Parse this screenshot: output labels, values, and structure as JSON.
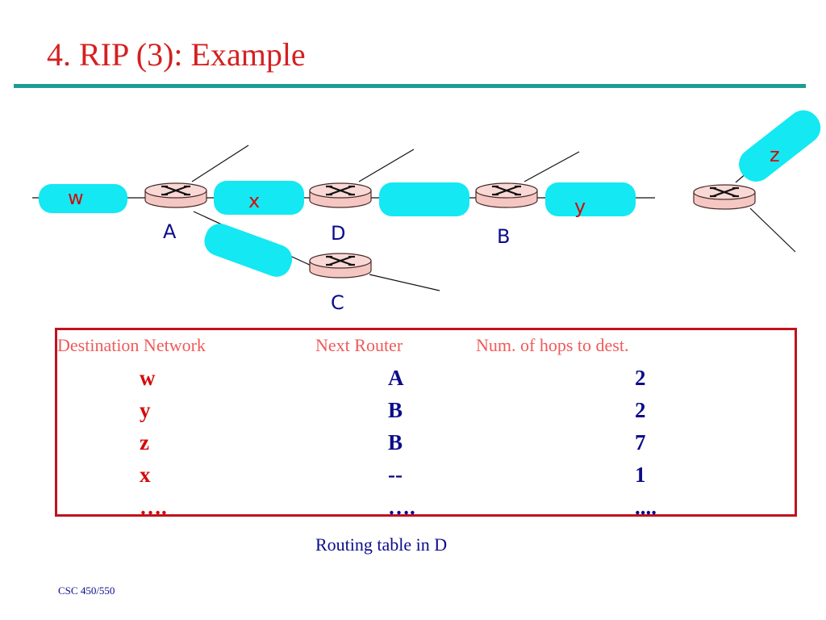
{
  "slide": {
    "title": "4. RIP (3): Example",
    "footer": "CSC 450/550"
  },
  "diagram": {
    "routers": [
      "A",
      "D",
      "B",
      "C"
    ],
    "networks": [
      "w",
      "x",
      "y",
      "z"
    ]
  },
  "table": {
    "headers": [
      "Destination Network",
      "Next  Router",
      "Num. of hops to dest."
    ],
    "rows": [
      [
        "w",
        "A",
        "2"
      ],
      [
        "y",
        "B",
        "2"
      ],
      [
        "z",
        "B",
        "7"
      ],
      [
        "x",
        "--",
        "1"
      ],
      [
        "….",
        "….",
        "...."
      ]
    ],
    "caption": "Routing table in D"
  },
  "colors": {
    "title": "#d42020",
    "rule": "#1a9e94",
    "network_blob": "#14e8f2",
    "router_fill": "#f5c7c2",
    "table_border": "#c0131f",
    "header_text": "#ef5a5a",
    "destination_text": "#d40a0a",
    "value_text": "#0c0c8c"
  }
}
